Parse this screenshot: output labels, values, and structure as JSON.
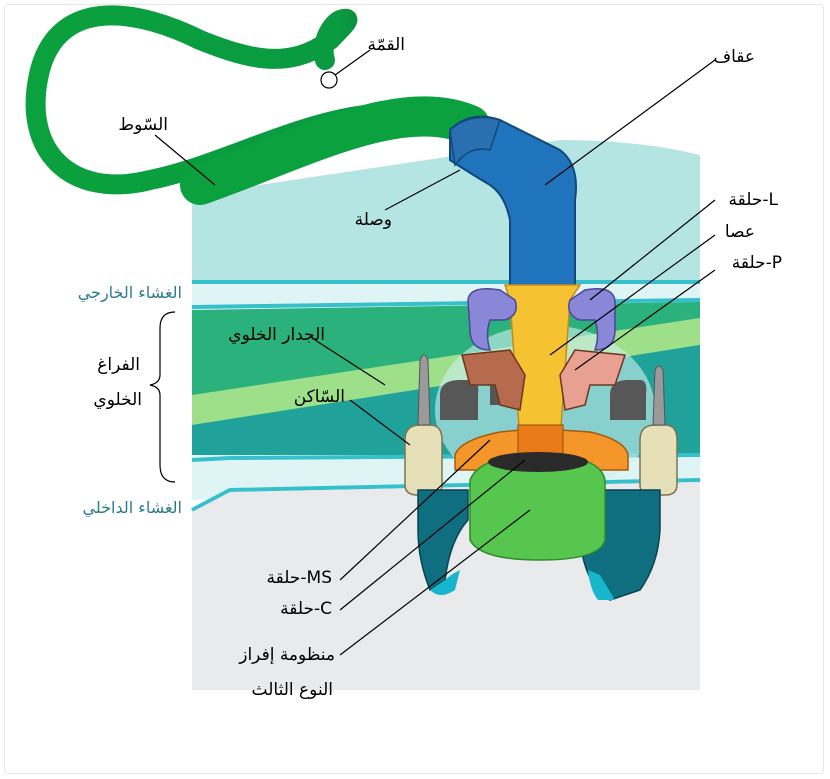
{
  "labels": {
    "tip": "القمّة",
    "filament": "السّوط",
    "hook": "عقاف",
    "joint": "وصلة",
    "l_ring": "حلقة-L",
    "rod": "عصا",
    "p_ring": "حلقة-P",
    "outer_membrane": "الغشاء الخارجي",
    "periplasm_line1": "الفراغ",
    "periplasm_line2": "الخلوي",
    "cell_wall": "الجدار الخلوي",
    "stator": "السّاكن",
    "inner_membrane": "الغشاء الداخلي",
    "ms_ring": "حلقة-MS",
    "c_ring": "حلقة-C",
    "t3ss_line1": "منظومة إفراز",
    "t3ss_line2": "النوع الثالث"
  },
  "colors": {
    "filament": "#0aa13e",
    "hook": "#1f74bd",
    "outer_membrane": "#3cc6cf",
    "cell_wall": "#29a36a",
    "inner_membrane": "#3cc6cf",
    "rod": "#f5c232",
    "l_ring": "#8a86d8",
    "p_ring": "#b66a4e",
    "ms_ring": "#f5962a",
    "c_ring": "#0f6f80",
    "export_apparatus": "#56c64e",
    "stator": "#e6e0b8",
    "teal_text": "#2a7c8c"
  }
}
